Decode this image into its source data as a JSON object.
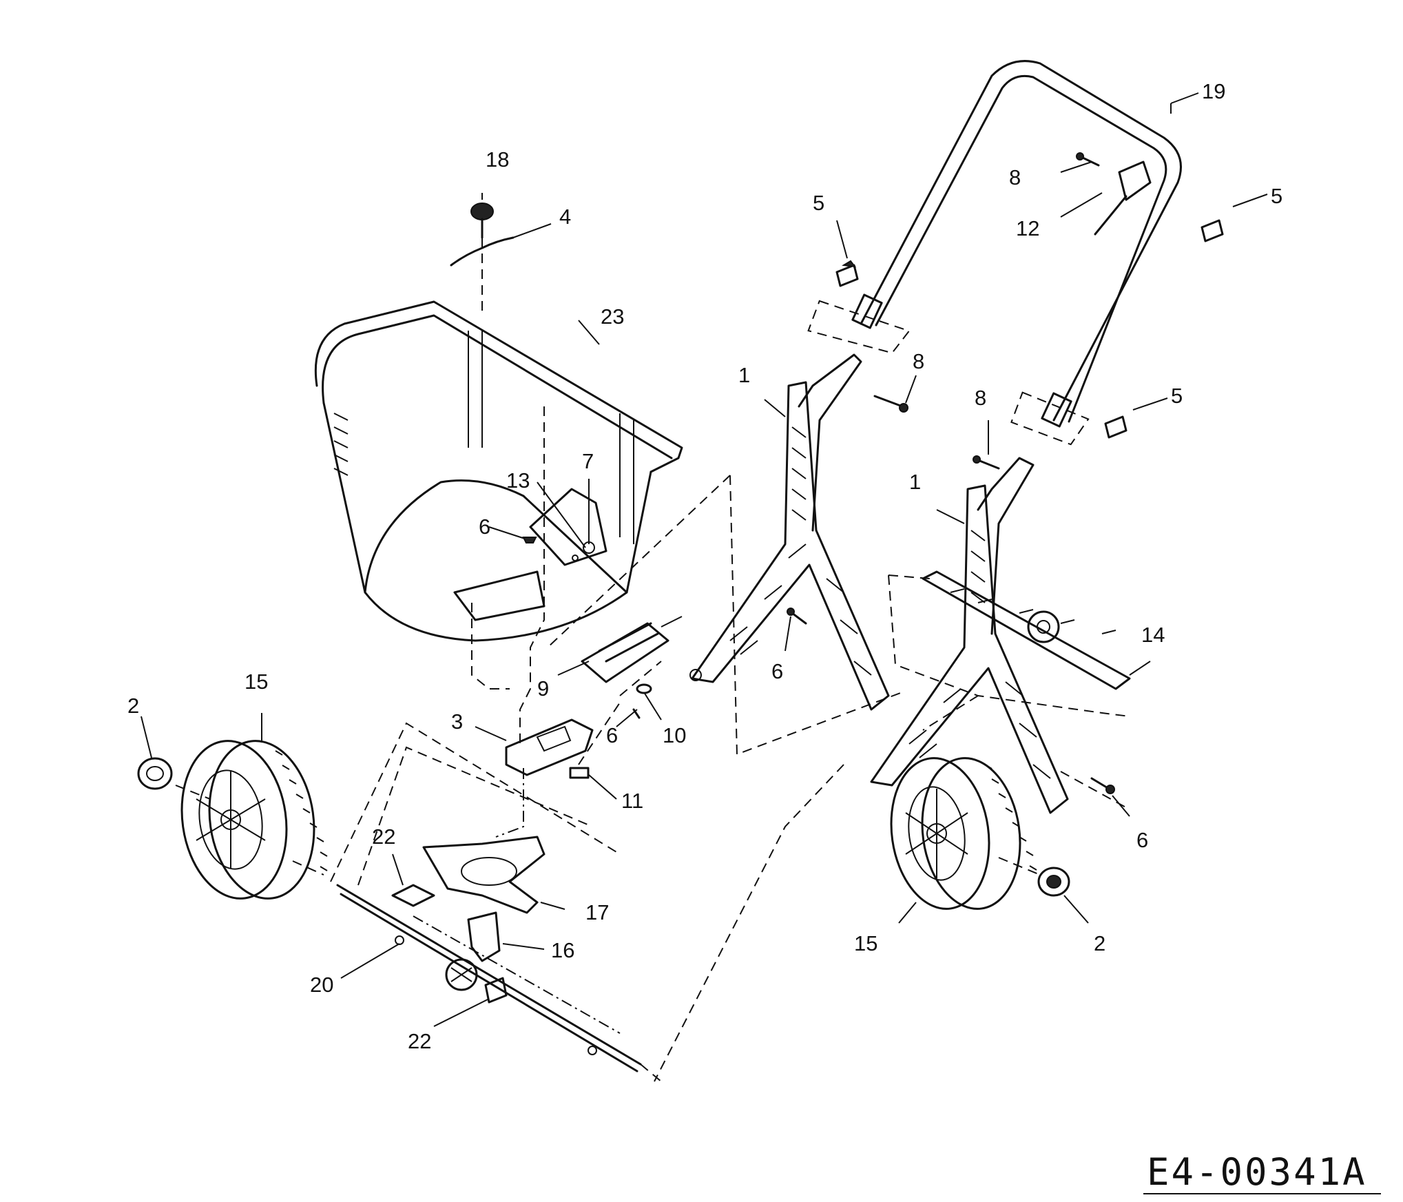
{
  "callouts": [
    "1",
    "1",
    "2",
    "2",
    "3",
    "4",
    "5",
    "5",
    "5",
    "6",
    "6",
    "6",
    "6",
    "7",
    "8",
    "8",
    "8",
    "9",
    "10",
    "11",
    "12",
    "13",
    "14",
    "15",
    "15",
    "16",
    "17",
    "18",
    "19",
    "20",
    "22",
    "22",
    "23"
  ],
  "drawing_code": "E4-00341A"
}
